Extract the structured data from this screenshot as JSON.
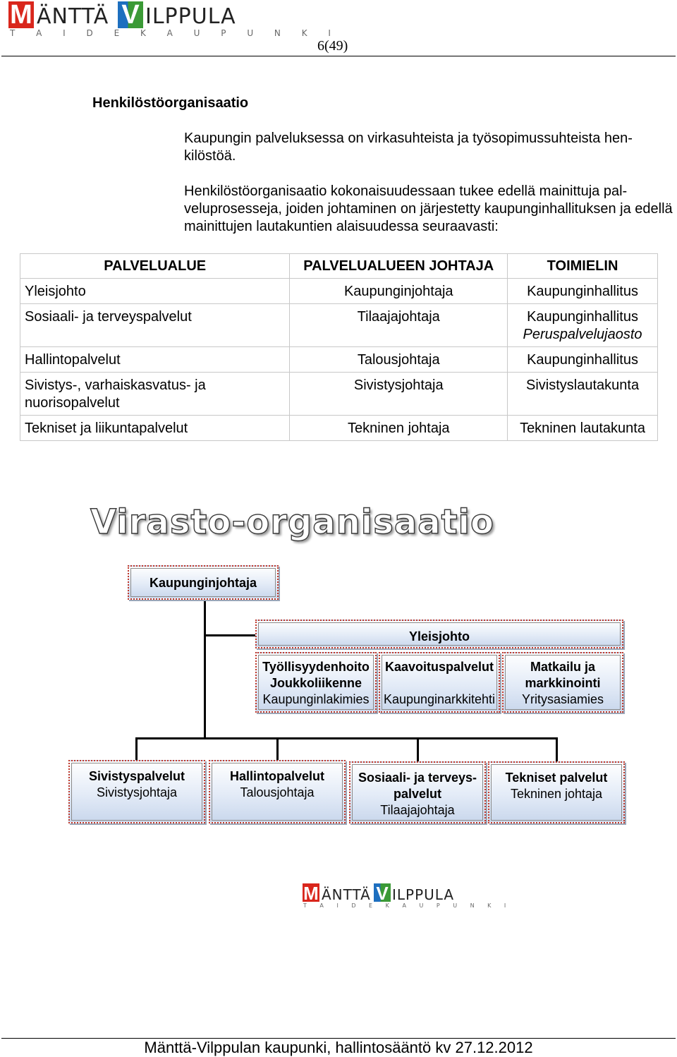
{
  "logo": {
    "first_letter": "M",
    "first_rest": "ÄNTTÄ",
    "second_letter": "V",
    "second_rest": "ILPPULA",
    "subtitle": "T A I D E K A U P U N K I",
    "colors": {
      "m_block": "#d9261c",
      "v_block_left": "#1d6fbf",
      "v_block_right": "#3b9a36"
    }
  },
  "page_number": "6(49)",
  "section": {
    "heading": "Henkilöstöorganisaatio",
    "paragraphs": [
      "Kaupungin palveluksessa on virkasuhteista ja työsopimussuhteista hen­kilöstöä.",
      "Henkilöstöorganisaatio kokonaisuudessaan tukee edellä mainittuja pal­veluprosesseja, joiden johtaminen on järjestetty kaupunginhallituksen ja edellä mainittujen lautakuntien alaisuudessa seuraavasti:"
    ]
  },
  "table": {
    "headers": [
      "PALVELUALUE",
      "PALVELUALUEEN JOHTAJA",
      "TOIMIELIN"
    ],
    "rows": [
      {
        "area": "Yleisjohto",
        "leader": "Kaupunginjohtaja",
        "body": "Kaupunginhallitus",
        "body2": ""
      },
      {
        "area": "Sosiaali- ja terveyspalvelut",
        "leader": "Tilaajajohtaja",
        "body": "Kaupunginhallitus",
        "body2": "Peruspalvelujaosto"
      },
      {
        "area": "Hallintopalvelut",
        "leader": "Talousjohtaja",
        "body": "Kaupunginhallitus",
        "body2": ""
      },
      {
        "area": "Sivistys-, varhaiskasvatus- ja nuorisopalvelut",
        "leader": "Sivistysjohtaja",
        "body": "Sivistyslautakunta",
        "body2": ""
      },
      {
        "area": "Tekniset ja liikuntapalvelut",
        "leader": "Tekninen johtaja",
        "body": "Tekninen lautakunta",
        "body2": ""
      }
    ]
  },
  "org": {
    "title": "Virasto-organisaatio",
    "top": "Kaupunginjohtaja",
    "yleisjohto": "Yleisjohto",
    "units": [
      {
        "line1": "Työllisyydenhoito",
        "line2": "Joukkoliikenne",
        "line3": "Kaupunginlakimies"
      },
      {
        "line1": "Kaavoituspalvelut",
        "line2": "",
        "line3": "Kaupunginarkkitehti"
      },
      {
        "line1": "Matkailu ja",
        "line2": "markkinointi",
        "line3": "Yritysasiamies"
      }
    ],
    "departments": [
      {
        "name": "Sivistyspalvelut",
        "name2": "",
        "leader": "Sivistysjohtaja"
      },
      {
        "name": "Hallintopalvelut",
        "name2": "",
        "leader": "Talousjohtaja"
      },
      {
        "name": "Sosiaali- ja terveys-",
        "name2": "palvelut",
        "leader": "Tilaajajohtaja"
      },
      {
        "name": "Tekniset palvelut",
        "name2": "",
        "leader": "Tekninen johtaja"
      }
    ]
  },
  "footer": "Mänttä-Vilppulan kaupunki, hallintosääntö kv 27.12.2012"
}
